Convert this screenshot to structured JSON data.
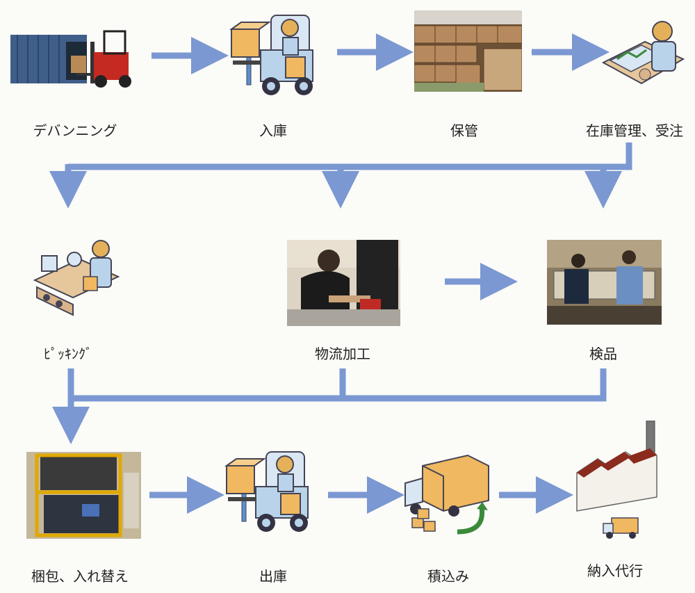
{
  "steps": [
    {
      "id": "devanning",
      "label": "デバンニング",
      "icon": "container-forklift-photo"
    },
    {
      "id": "receiving",
      "label": "入庫",
      "icon": "forklift-icon"
    },
    {
      "id": "storage",
      "label": "保管",
      "icon": "warehouse-boxes-photo"
    },
    {
      "id": "inventory",
      "label": "在庫管理、受注",
      "icon": "worker-desk-icon"
    },
    {
      "id": "picking",
      "label": "ﾋﾟｯｷﾝｸﾞ",
      "icon": "conveyor-worker-icon"
    },
    {
      "id": "processing",
      "label": "物流加工",
      "icon": "worker-photo"
    },
    {
      "id": "inspection",
      "label": "検品",
      "icon": "inspection-photo"
    },
    {
      "id": "packing",
      "label": "梱包、入れ替え",
      "icon": "packing-rack-photo"
    },
    {
      "id": "shipping",
      "label": "出庫",
      "icon": "forklift-icon"
    },
    {
      "id": "loading",
      "label": "積込み",
      "icon": "truck-loading-icon"
    },
    {
      "id": "delivery",
      "label": "納入代行",
      "icon": "factory-icon"
    }
  ],
  "colors": {
    "arrow": "#7b98d2",
    "box": "#f0b860",
    "worker": "#b9d3ea",
    "floor": "#e6c79c"
  }
}
